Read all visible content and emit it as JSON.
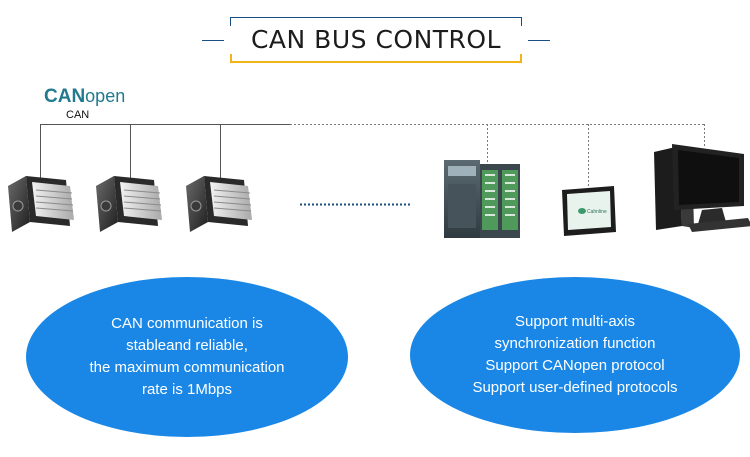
{
  "title": "CAN BUS CONTROL",
  "logo": {
    "bold": "CAN",
    "light": "open"
  },
  "bus_label": "CAN",
  "left_bubble": {
    "lines": [
      "CAN communication is",
      "stableand reliable,",
      "the maximum communication",
      "rate is 1Mbps"
    ]
  },
  "right_bubble": {
    "lines": [
      "Support multi-axis",
      "synchronization function",
      "Support CANopen protocol",
      "Support user-defined protocols"
    ]
  },
  "hmi_screen_text": "Cahnline",
  "colors": {
    "bubble": "#1a87e6",
    "title_line": "#1a4f86",
    "title_accent": "#f2b418",
    "logo": "#217a8e",
    "bus_line": "#555555"
  }
}
